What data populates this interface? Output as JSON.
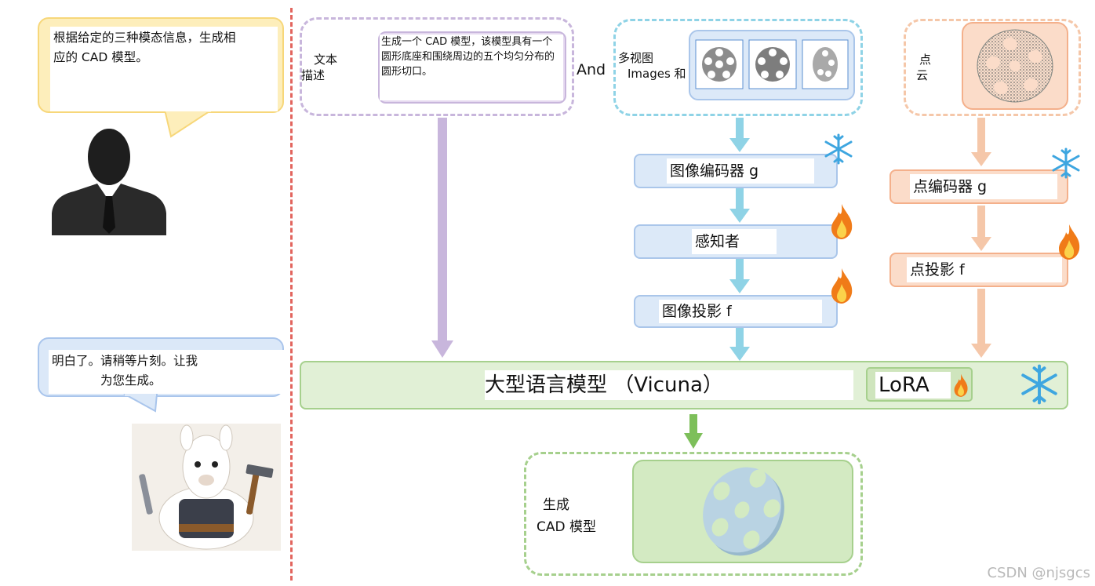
{
  "user_bubble": {
    "text_line1": "根据给定的三种模态信息，生成相",
    "text_line2": "应的 CAD 模型。"
  },
  "bot_bubble": {
    "text_line1": "明白了。请稍等片刻。让我",
    "text_line2": "为您生成。"
  },
  "text_input": {
    "label_line1": "文本",
    "label_line2": "描述",
    "description": "生成一个 CAD 模型，该模型具有一个圆形底座和围绕周边的五个均匀分布的圆形切口。"
  },
  "and_label": "And",
  "images_input": {
    "label_line1": "多视图",
    "label_line2": "Images 和"
  },
  "pointcloud_input": {
    "label_line1": "点",
    "label_line2": "云"
  },
  "image_branch": {
    "encoder": "图像编码器 g",
    "perceiver": "感知者",
    "projection": "图像投影 f"
  },
  "point_branch": {
    "encoder": "点编码器 g",
    "projection": "点投影 f"
  },
  "llm": {
    "label": "大型语言模型 （Vicuna）",
    "lora": "LoRA"
  },
  "output": {
    "label_line1": "生成",
    "label_line2": "CAD 模型"
  },
  "watermark": "CSDN @njsgcs",
  "icons": [
    "user-silhouette-icon",
    "llama-mascot-icon",
    "snowflake-icon",
    "flame-icon",
    "gear-wheel-icon",
    "point-cloud-icon",
    "arrow-icon"
  ],
  "colors": {
    "divider": "#e2655e",
    "text_box": "#c8b6dc",
    "image_box": "#8fd3e6",
    "point_box": "#f5c7a9",
    "image_arrow": "#8fd3e6",
    "text_arrow": "#c8b6dc",
    "point_arrow": "#f5c7a9",
    "llm_fill": "#e1f0d6",
    "llm_border": "#a6d08d",
    "output_arrow": "#7dbf5a",
    "snowflake": "#3ea6e0",
    "flame": "#f07b18"
  }
}
